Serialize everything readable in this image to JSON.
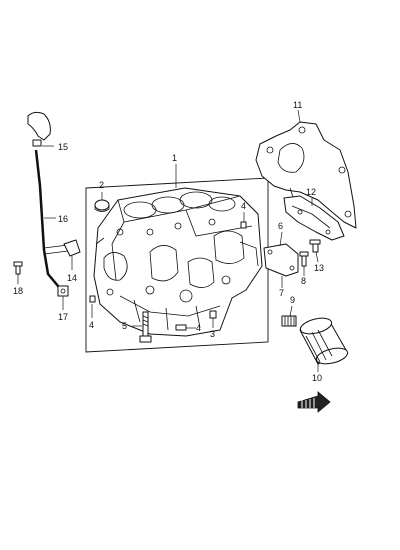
{
  "parts": [
    {
      "number": "1"
    },
    {
      "number": "2"
    },
    {
      "number": "3"
    },
    {
      "number": "4"
    },
    {
      "number": "4"
    },
    {
      "number": "4"
    },
    {
      "number": "5"
    },
    {
      "number": "6"
    },
    {
      "number": "7"
    },
    {
      "number": "8"
    },
    {
      "number": "9"
    },
    {
      "number": "10"
    },
    {
      "number": "11"
    },
    {
      "number": "12"
    },
    {
      "number": "13"
    },
    {
      "number": "14"
    },
    {
      "number": "15"
    },
    {
      "number": "16"
    },
    {
      "number": "17"
    },
    {
      "number": "18"
    }
  ]
}
